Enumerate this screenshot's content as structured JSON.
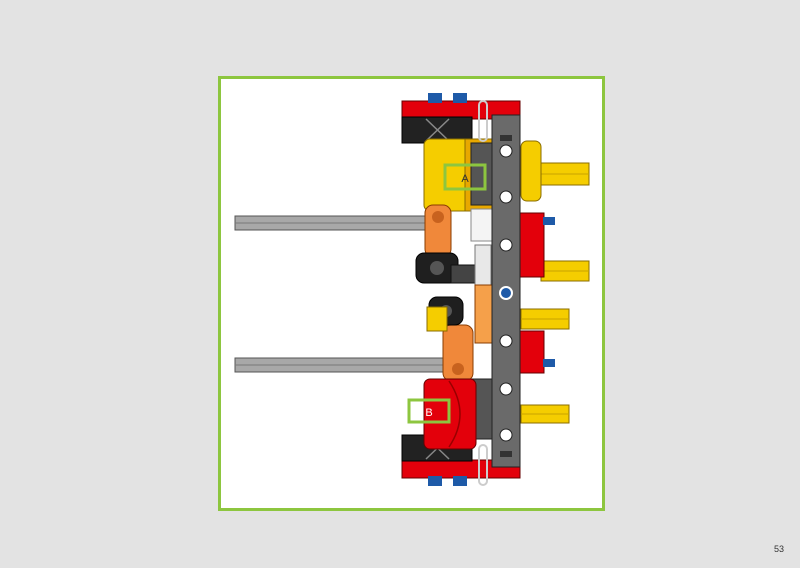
{
  "page": {
    "number": "53"
  },
  "instruction": {
    "callouts": [
      {
        "label": "A",
        "part": "yellow-connector"
      },
      {
        "label": "B",
        "part": "red-connector"
      }
    ]
  },
  "colors": {
    "frame": "#8dc63f",
    "background": "#e3e3e3",
    "beam": "#666666",
    "red": "#e3000b",
    "yellow": "#f5cd00",
    "orange": "#f0883a",
    "blue": "#1e5aa8",
    "black": "#1f1f1f",
    "axle": "#9a9a9a"
  }
}
